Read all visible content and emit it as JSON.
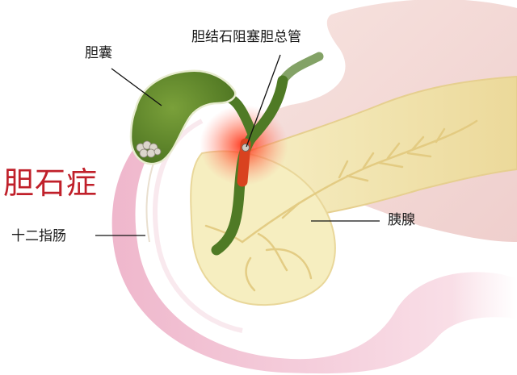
{
  "diagram": {
    "title": "胆石症",
    "title_color": "#c0202a",
    "labels": {
      "gallbladder": "胆囊",
      "blocked_duct": "胆结石阻塞胆总管",
      "duodenum": "十二指肠",
      "pancreas": "胰腺"
    },
    "colors": {
      "gallbladder": "#5f8a2a",
      "bile_duct": "#4f7a25",
      "duodenum": "#f2c6d6",
      "stomach": "#f4dcd8",
      "pancreas": "#f3e7b0",
      "inflammation": "#ff3b2a",
      "stones": "#d8d2c6",
      "leader_line": "#111111"
    }
  }
}
